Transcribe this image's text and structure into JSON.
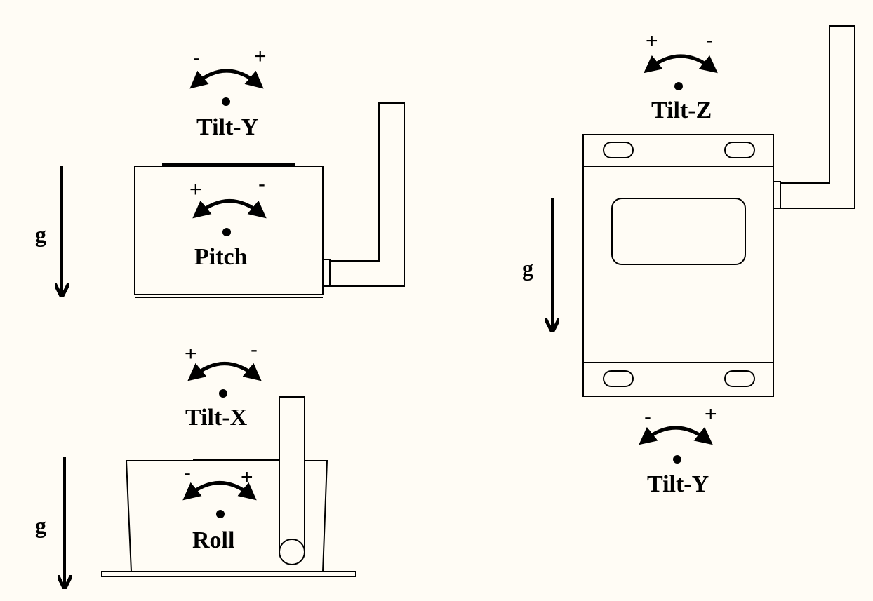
{
  "colors": {
    "background": "#fffcf5",
    "ink": "#000000"
  },
  "gravity": {
    "label": "g"
  },
  "top_left_view": {
    "tilt_label": "Tilt-Y",
    "tilt_left_sign": "-",
    "tilt_right_sign": "+",
    "inner_label": "Pitch",
    "inner_left_sign": "+",
    "inner_right_sign": "-"
  },
  "bottom_left_view": {
    "tilt_label": "Tilt-X",
    "tilt_left_sign": "+",
    "tilt_right_sign": "-",
    "inner_label": "Roll",
    "inner_left_sign": "-",
    "inner_right_sign": "+"
  },
  "right_view": {
    "top_label": "Tilt-Z",
    "top_left_sign": "+",
    "top_right_sign": "-",
    "bottom_label": "Tilt-Y",
    "bottom_left_sign": "-",
    "bottom_right_sign": "+"
  }
}
